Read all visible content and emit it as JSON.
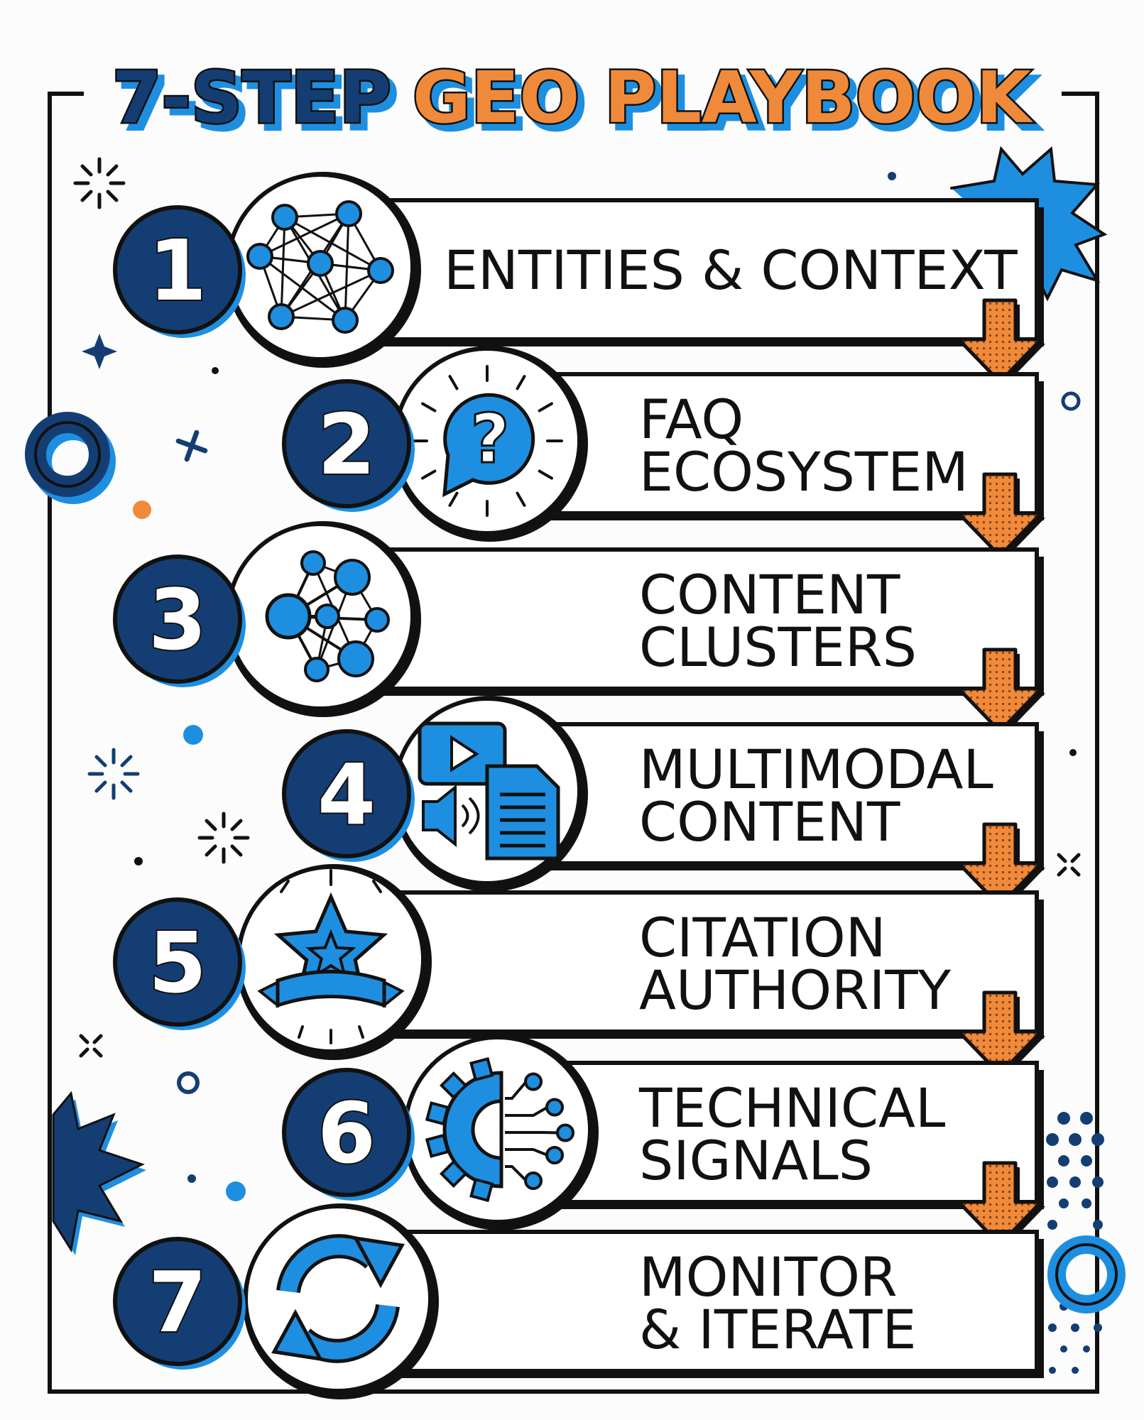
{
  "title": {
    "part1": "7-STEP",
    "part2": "GEO PLAYBOOK"
  },
  "colors": {
    "navy": "#143e73",
    "blue": "#1e8fe0",
    "orange": "#ef8a3a",
    "ink": "#111111"
  },
  "steps": [
    {
      "number": "1",
      "line1": "ENTITIES & CONTEXT",
      "line2": "",
      "icon": "network-graph-icon"
    },
    {
      "number": "2",
      "line1": "FAQ",
      "line2": "ECOSYSTEM",
      "icon": "question-bubble-icon"
    },
    {
      "number": "3",
      "line1": "CONTENT",
      "line2": "CLUSTERS",
      "icon": "cluster-nodes-icon"
    },
    {
      "number": "4",
      "line1": "MULTIMODAL",
      "line2": "CONTENT",
      "icon": "multimedia-icon"
    },
    {
      "number": "5",
      "line1": "CITATION",
      "line2": "AUTHORITY",
      "icon": "star-ribbon-icon"
    },
    {
      "number": "6",
      "line1": "TECHNICAL",
      "line2": "SIGNALS",
      "icon": "gear-circuit-icon"
    },
    {
      "number": "7",
      "line1": "MONITOR",
      "line2": "& ITERATE",
      "icon": "refresh-cycle-icon"
    }
  ]
}
